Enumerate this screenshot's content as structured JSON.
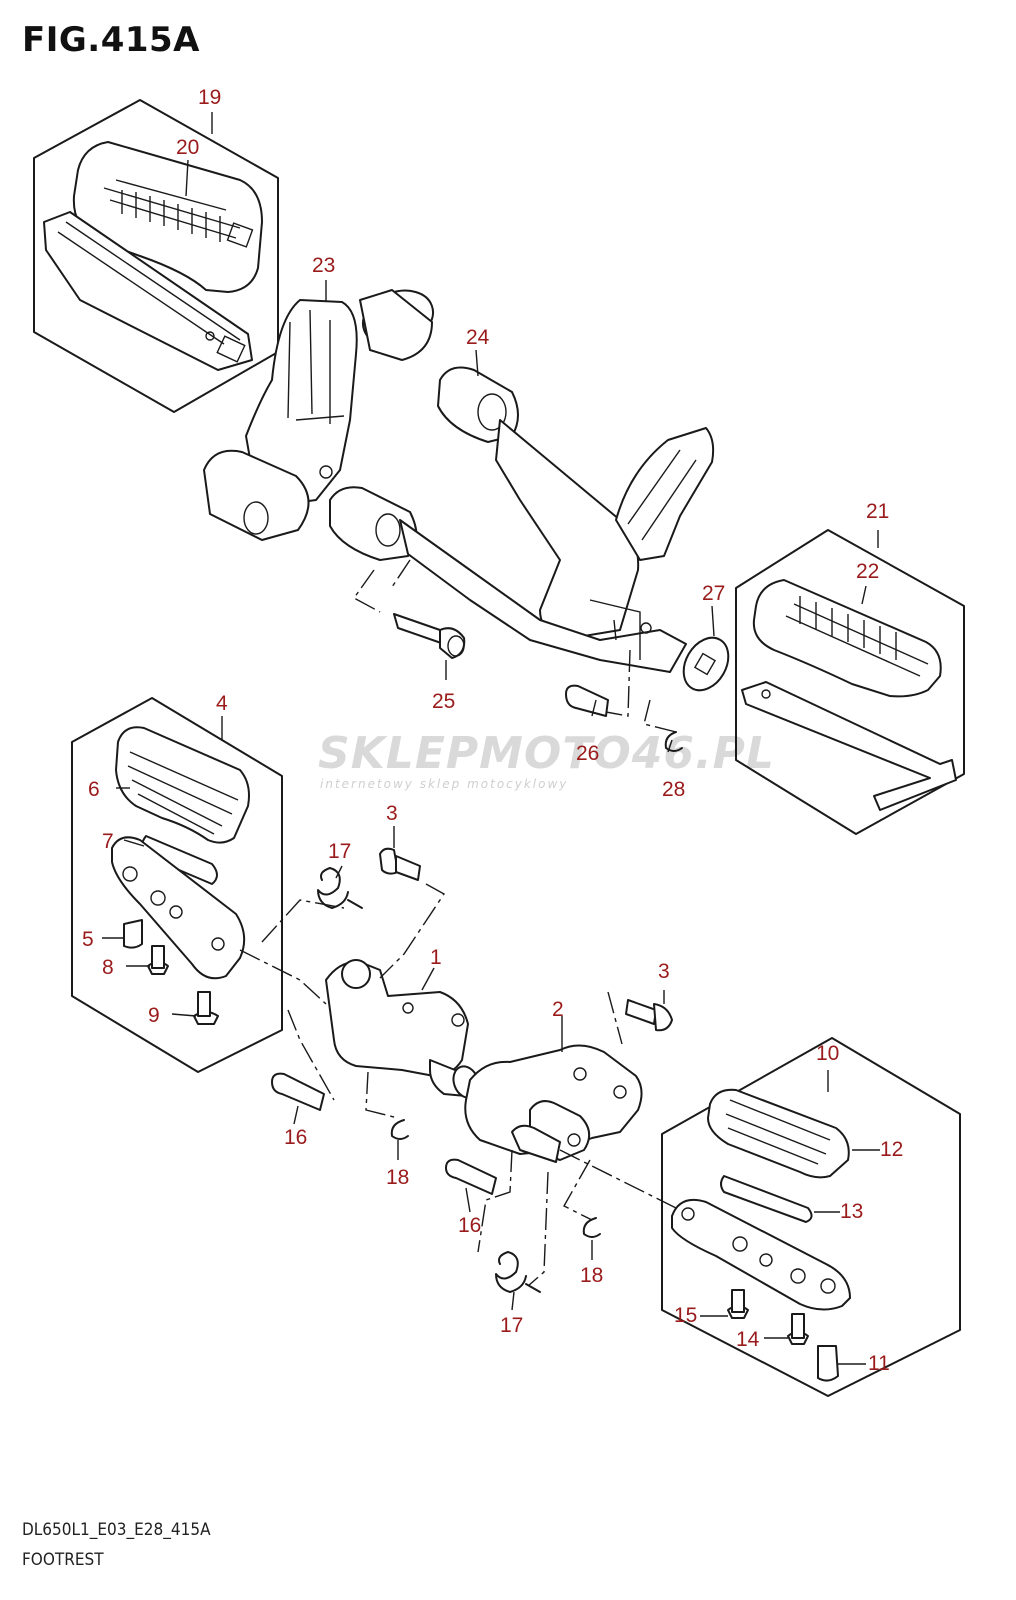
{
  "figure": {
    "title": "FIG.415A",
    "code": "DL650L1_E03_E28_415A",
    "name": "FOOTREST"
  },
  "watermark": {
    "brand": "SKLEPMOTO46.PL",
    "tagline": "internetowy sklep motocyklowy"
  },
  "colors": {
    "callout": "#9a1b1b",
    "line": "#1a1a1a",
    "watermark": "#d9d9d9"
  },
  "callouts": [
    {
      "id": "c19",
      "num": "19"
    },
    {
      "id": "c20",
      "num": "20"
    },
    {
      "id": "c23",
      "num": "23"
    },
    {
      "id": "c24",
      "num": "24"
    },
    {
      "id": "c21",
      "num": "21"
    },
    {
      "id": "c22",
      "num": "22"
    },
    {
      "id": "c27",
      "num": "27"
    },
    {
      "id": "c25",
      "num": "25"
    },
    {
      "id": "c26",
      "num": "26"
    },
    {
      "id": "c28",
      "num": "28"
    },
    {
      "id": "c4",
      "num": "4"
    },
    {
      "id": "c6",
      "num": "6"
    },
    {
      "id": "c7",
      "num": "7"
    },
    {
      "id": "c5",
      "num": "5"
    },
    {
      "id": "c8",
      "num": "8"
    },
    {
      "id": "c9",
      "num": "9"
    },
    {
      "id": "c3a",
      "num": "3"
    },
    {
      "id": "c17a",
      "num": "17"
    },
    {
      "id": "c1",
      "num": "1"
    },
    {
      "id": "c3b",
      "num": "3"
    },
    {
      "id": "c2",
      "num": "2"
    },
    {
      "id": "c16a",
      "num": "16"
    },
    {
      "id": "c18a",
      "num": "18"
    },
    {
      "id": "c16b",
      "num": "16"
    },
    {
      "id": "c17b",
      "num": "17"
    },
    {
      "id": "c18b",
      "num": "18"
    },
    {
      "id": "c10",
      "num": "10"
    },
    {
      "id": "c12",
      "num": "12"
    },
    {
      "id": "c13",
      "num": "13"
    },
    {
      "id": "c15",
      "num": "15"
    },
    {
      "id": "c14",
      "num": "14"
    },
    {
      "id": "c11",
      "num": "11"
    }
  ]
}
